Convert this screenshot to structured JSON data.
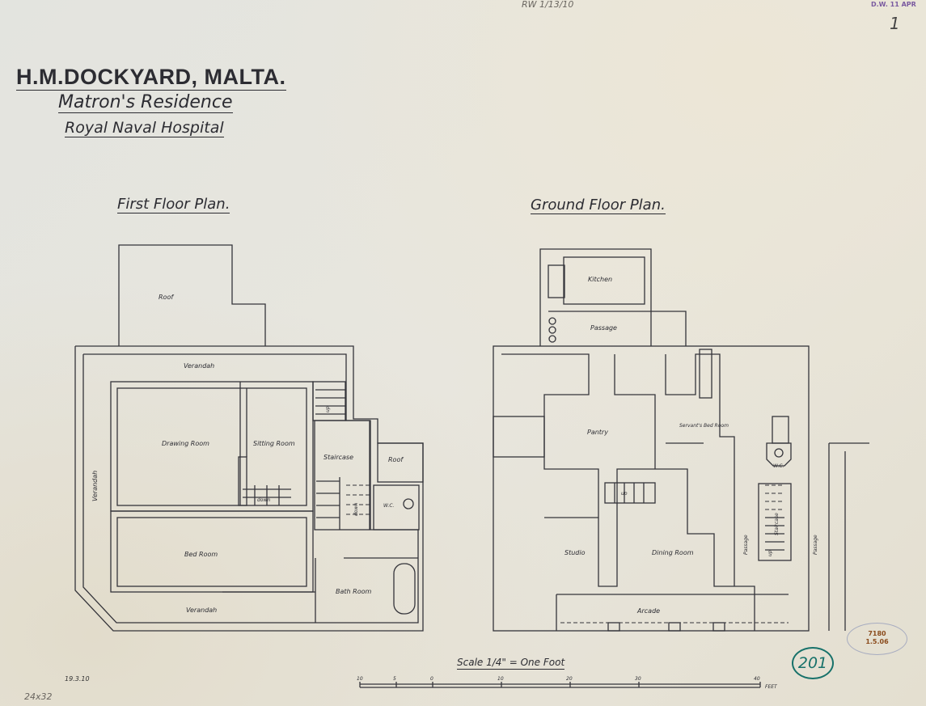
{
  "header": {
    "title": "H.M.DOCKYARD, MALTA.",
    "subtitle": "Matron's Residence",
    "subtitle2": "Royal Naval Hospital"
  },
  "first_floor": {
    "title": "First Floor Plan.",
    "rooms": {
      "roof": "Roof",
      "verandah_top": "Verandah",
      "verandah_left": "Verandah",
      "verandah_bottom": "Verandah",
      "drawing_room": "Drawing Room",
      "sitting_room": "Sitting Room",
      "staircase": "Staircase",
      "roof_small": "Roof",
      "wc": "W.C.",
      "bed_room": "Bed Room",
      "bath_room": "Bath Room",
      "down1": "down",
      "down2": "down",
      "up": "up"
    }
  },
  "ground_floor": {
    "title": "Ground Floor Plan.",
    "rooms": {
      "kitchen": "Kitchen",
      "passage_top": "Passage",
      "pantry": "Pantry",
      "servants_bed_room": "Servant's Bed Room",
      "wc": "W.C.",
      "studio": "Studio",
      "dining_room": "Dining Room",
      "arcade": "Arcade",
      "passage_left": "Passage",
      "passage_right": "Passage",
      "staircase": "Staircase",
      "up1": "up",
      "up2": "up"
    }
  },
  "scale": {
    "label": "Scale 1/4\" = One Foot",
    "ticks": [
      "10",
      "5",
      "0",
      "10",
      "20",
      "30",
      "40"
    ],
    "unit": "FEET"
  },
  "annotations": {
    "top_pencil": "RW 1/13/10",
    "stamp": "D.W. 11 APR",
    "sheet_mark": "1",
    "drawing_number": "201",
    "oval_stamp_line1": "7180",
    "oval_stamp_line2": "1.5.06",
    "size_note": "24x32",
    "initials_date": "19.3.10"
  }
}
